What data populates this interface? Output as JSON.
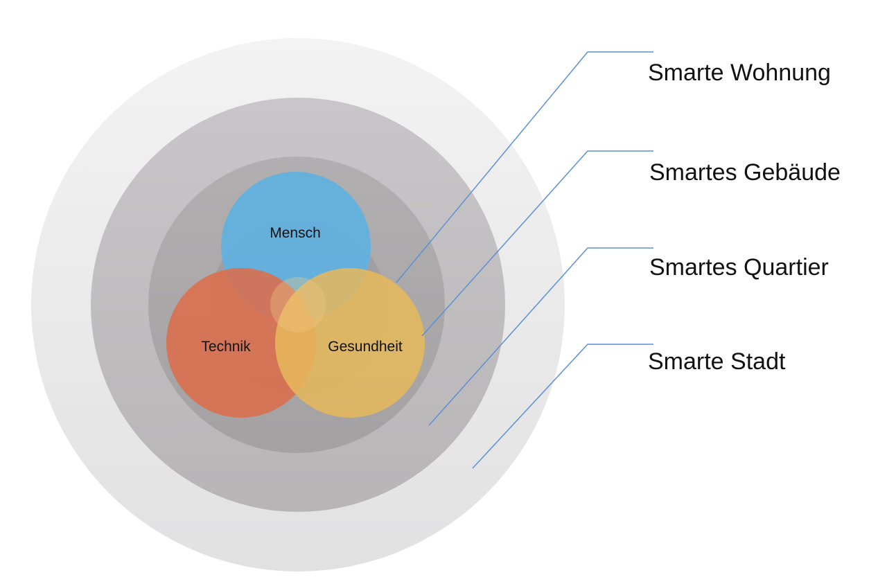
{
  "levels": [
    {
      "label": "Smarte Wohnung"
    },
    {
      "label": "Smartes Gebäude"
    },
    {
      "label": "Smartes Quartier"
    },
    {
      "label": "Smarte Stadt"
    }
  ],
  "venn": [
    {
      "label": "Mensch",
      "color": "#5eb1e0"
    },
    {
      "label": "Technik",
      "color": "#d9704f"
    },
    {
      "label": "Gesundheit",
      "color": "#e6b85a"
    }
  ],
  "colors": {
    "ring_stadt": "#e9e9ea",
    "ring_quartier": "#bfbdbf",
    "ring_gebaeude": "#a9a7a8",
    "ring_wohnung": "#9f9d9e",
    "leader_line": "#5b8fd6"
  }
}
